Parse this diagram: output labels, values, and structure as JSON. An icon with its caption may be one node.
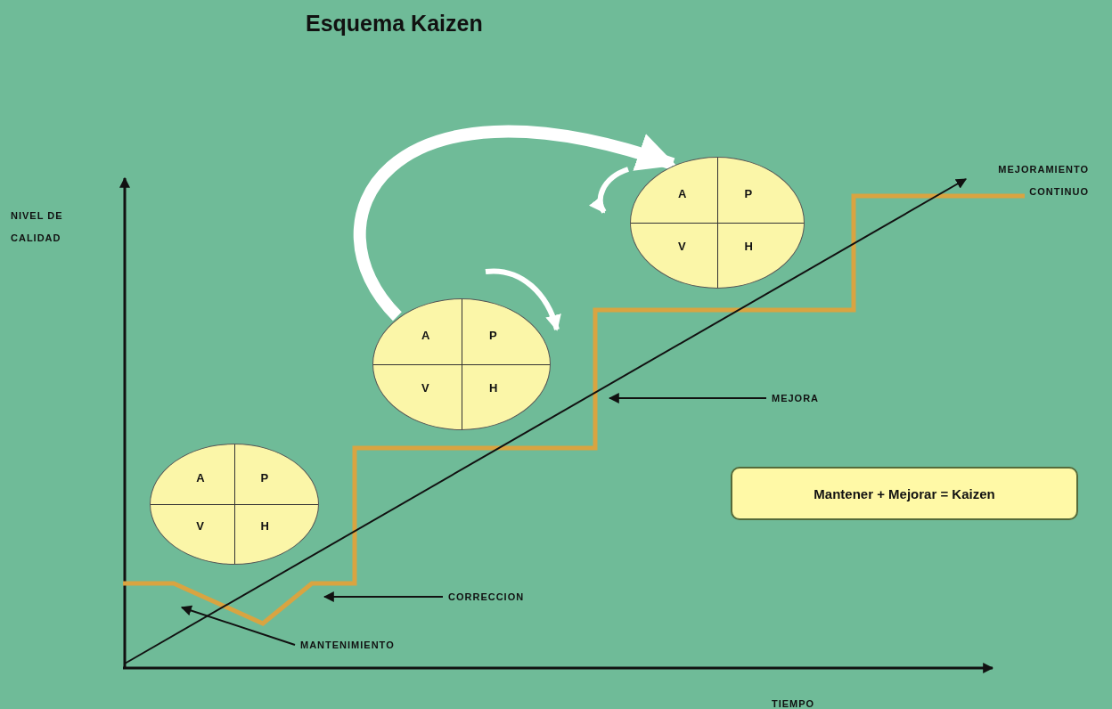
{
  "diagram": {
    "title": "Esquema Kaizen",
    "nodes": [
      {
        "text": [
          "A",
          "P",
          "V",
          "H"
        ]
      },
      {
        "text": [
          "A",
          "P",
          "V",
          "H"
        ]
      },
      {
        "text": [
          "A",
          "P",
          "V",
          "H"
        ]
      },
      {
        "text": [
          "MEJORA"
        ]
      },
      {
        "text": [
          "CORRECCION"
        ]
      },
      {
        "text": [
          "MANTENIMIENTO"
        ]
      },
      {
        "text": [
          "Mantener + Mejorar = Kaizen"
        ]
      }
    ],
    "edges": [
      {
        "from": 3,
        "to": null,
        "arrow": "to"
      },
      {
        "from": 4,
        "to": null,
        "arrow": "to"
      },
      {
        "from": 5,
        "to": null,
        "arrow": "to"
      },
      {
        "from": 1,
        "to": 2,
        "arrow": "to",
        "style": "thick",
        "color": "#ffffff"
      }
    ],
    "labels": [
      "NIVEL DE CALIDAD",
      "MEJORAMIENTO CONTINUO",
      "TIEMPO"
    ]
  }
}
